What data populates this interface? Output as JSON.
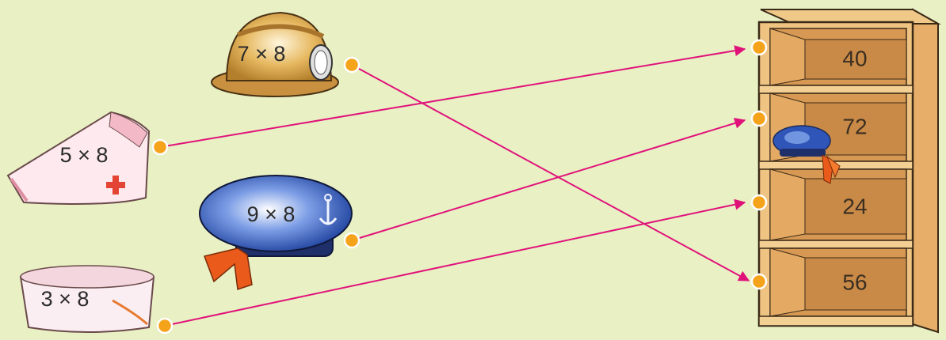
{
  "colors": {
    "background": "#e9f0c4",
    "line": "#e0127a",
    "dot": "#f5a31a",
    "shelf_wood": "#e8b777",
    "shelf_back": "#d9a15e"
  },
  "hats": [
    {
      "name": "miner-helmet",
      "expression": "7 × 8"
    },
    {
      "name": "nurse-cap",
      "expression": "5 × 8"
    },
    {
      "name": "sailor-hat",
      "expression": "9 × 8"
    },
    {
      "name": "chef-hat",
      "expression": "3 × 8"
    }
  ],
  "shelves": [
    {
      "value": "40"
    },
    {
      "value": "72"
    },
    {
      "value": "24"
    },
    {
      "value": "56"
    }
  ],
  "connections": [
    {
      "from": "7 × 8",
      "to": "56"
    },
    {
      "from": "5 × 8",
      "to": "40"
    },
    {
      "from": "9 × 8",
      "to": "72"
    },
    {
      "from": "3 × 8",
      "to": "24"
    }
  ]
}
